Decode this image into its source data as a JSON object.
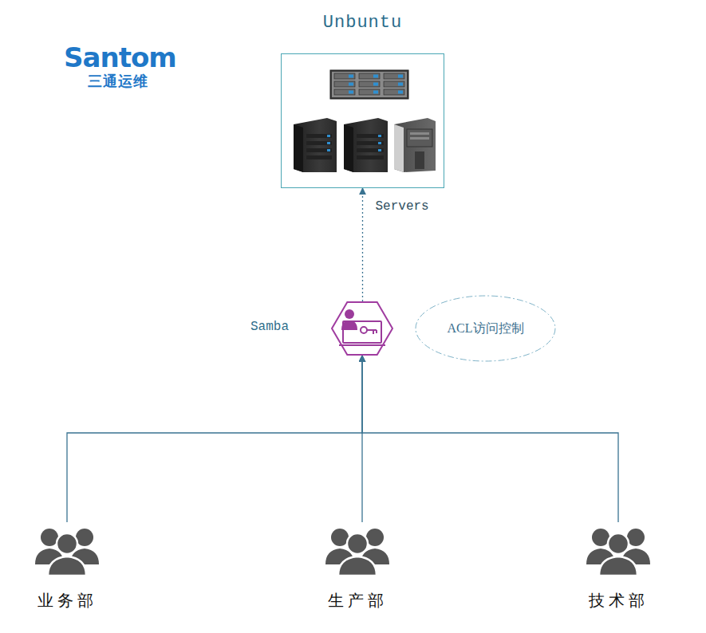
{
  "diagram": {
    "nodes": [
      {
        "text": [
          "Unbuntu"
        ]
      },
      {
        "text": [
          "Samba"
        ]
      },
      {
        "text": [
          "ACL访问控制"
        ]
      },
      {
        "text": [
          "业务部"
        ]
      },
      {
        "text": [
          "生产部"
        ]
      },
      {
        "text": [
          "技术部"
        ]
      }
    ],
    "edges": [
      {
        "from": 1,
        "to": 0,
        "arrow": "to",
        "label": "Servers"
      },
      {
        "from": 3,
        "to": 1,
        "arrow": "to"
      },
      {
        "from": 4,
        "to": 1,
        "arrow": "to"
      },
      {
        "from": 5,
        "to": 1,
        "arrow": "to"
      }
    ],
    "labels": [
      "Santom",
      "三通运维"
    ]
  }
}
